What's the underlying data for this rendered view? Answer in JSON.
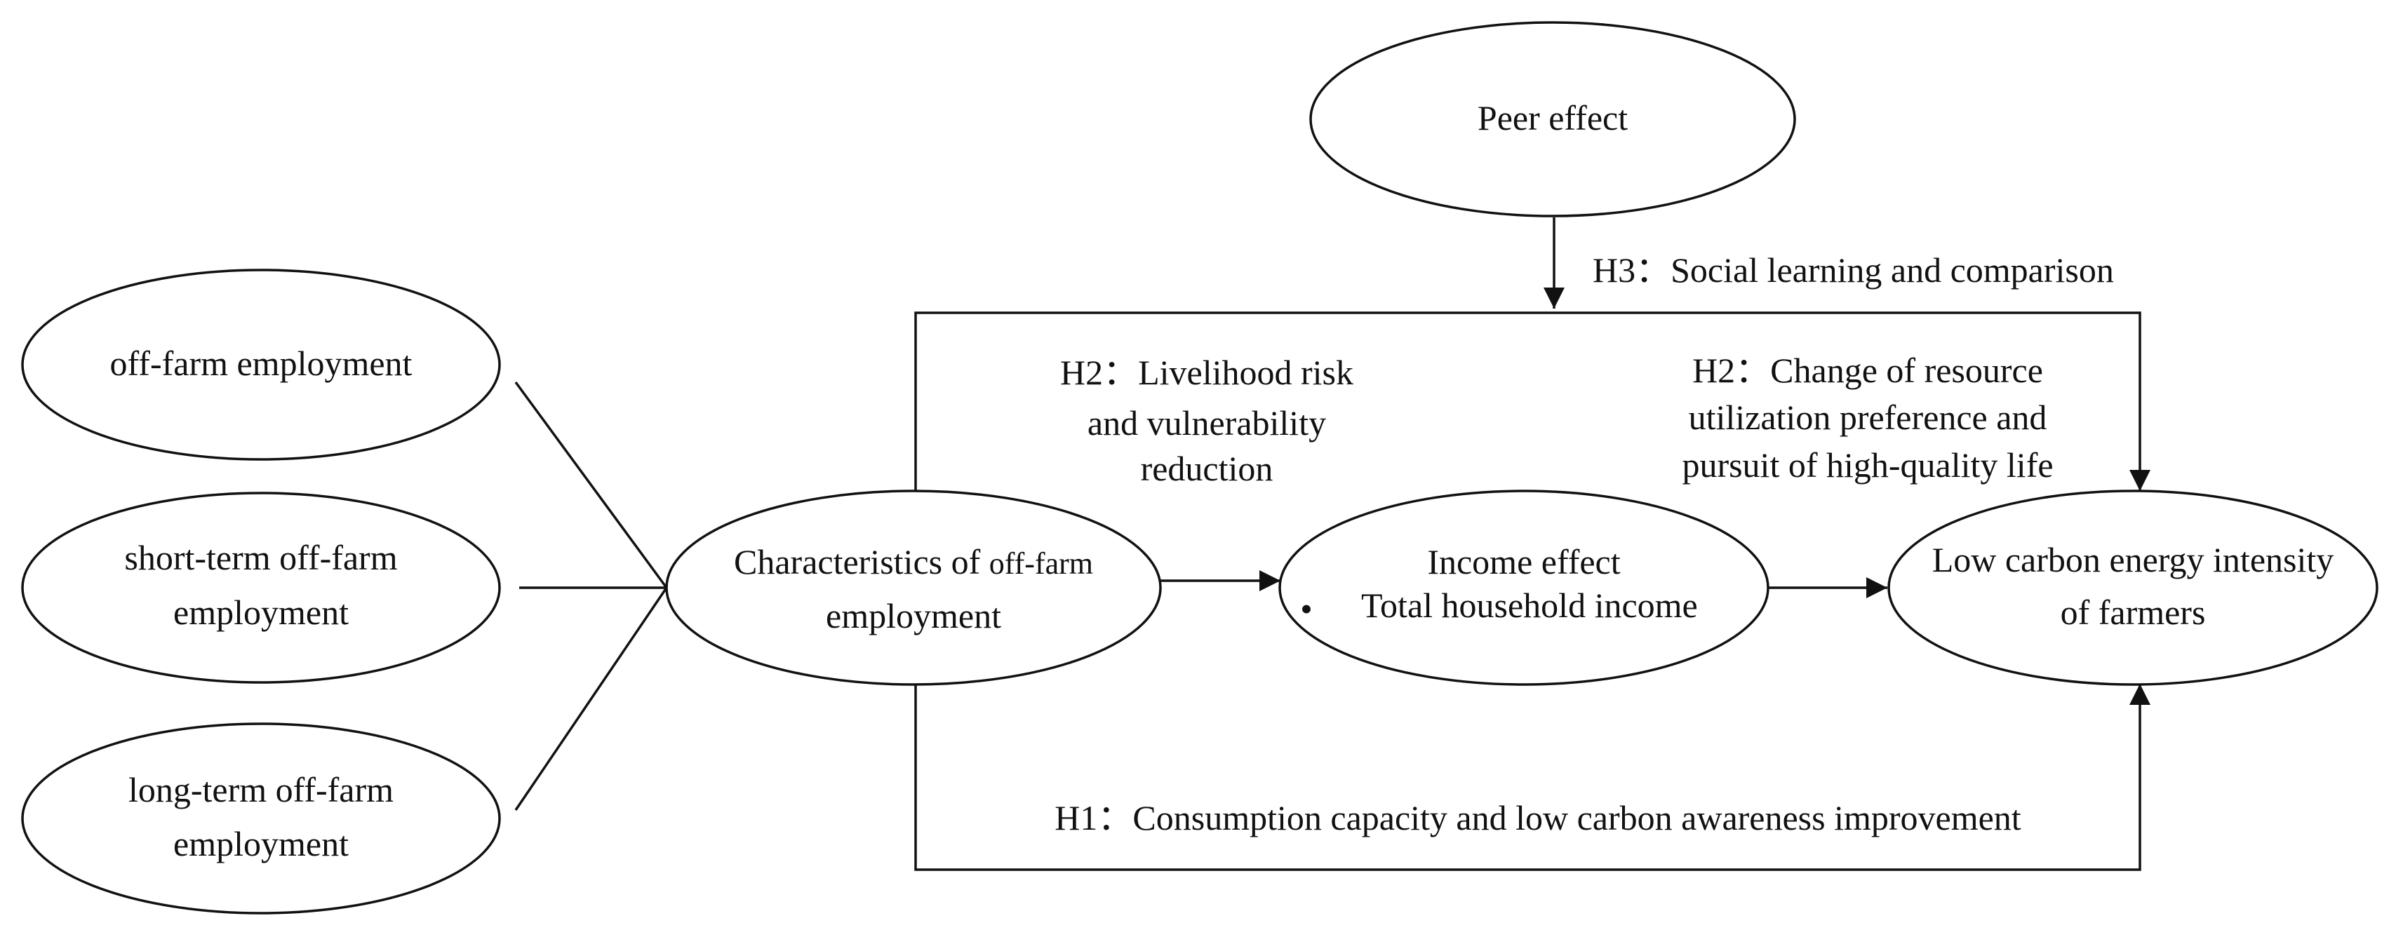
{
  "nodes": {
    "off_farm": "off-farm employment",
    "short_term": [
      "short-term off-farm",
      "employment"
    ],
    "long_term": [
      "long-term off-farm",
      "employment"
    ],
    "characteristics": [
      "Characteristics of",
      "off-farm",
      "employment"
    ],
    "income": [
      "Income effect",
      "Total household income"
    ],
    "low_carbon": [
      "Low carbon energy intensity",
      "of farmers"
    ],
    "peer": "Peer effect"
  },
  "edge_labels": {
    "h3": "H3：Social learning and comparison",
    "h2_left": [
      "H2：Livelihood risk",
      "and vulnerability",
      "reduction"
    ],
    "h2_right": [
      "H2：Change of resource",
      "utilization preference and",
      "pursuit of high-quality life"
    ],
    "h1": "H1：Consumption capacity and low carbon awareness improvement"
  },
  "bullet_glyph": "•"
}
